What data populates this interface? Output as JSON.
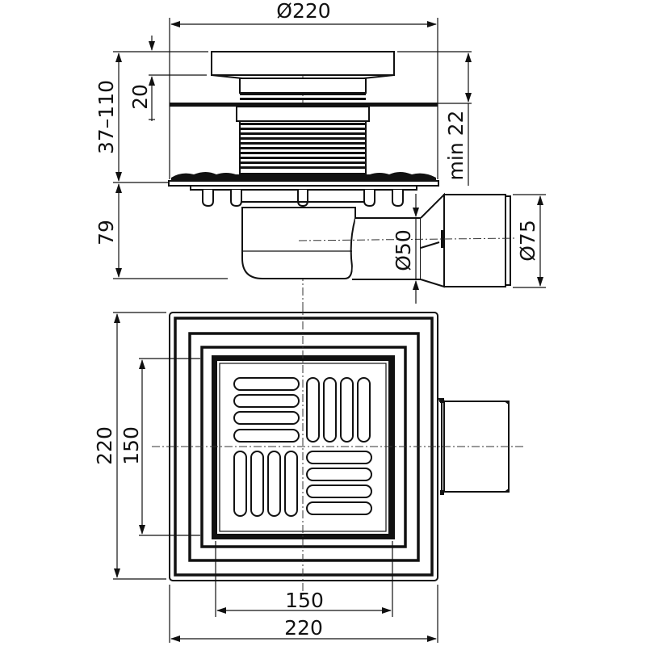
{
  "drawing": {
    "subject": "floor drain technical drawing",
    "views": [
      "side-elevation",
      "plan-top"
    ],
    "line_color": "#111111",
    "background": "#ffffff"
  },
  "side_view": {
    "dimensions": {
      "grate_diameter": "Ø220",
      "height_range": "37–110",
      "grate_thickness": "20",
      "min_depth": "min 22",
      "body_depth": "79",
      "outlet_inner": "Ø50",
      "outlet_outer": "Ø75"
    }
  },
  "plan_view": {
    "dimensions": {
      "outer_height": "220",
      "inner_height": "150",
      "inner_width": "150",
      "outer_width": "220"
    },
    "grate": {
      "quadrants": [
        {
          "position": "top-left",
          "slots": 4,
          "orientation": "horizontal"
        },
        {
          "position": "top-right",
          "slots": 4,
          "orientation": "vertical"
        },
        {
          "position": "bottom-left",
          "slots": 4,
          "orientation": "vertical"
        },
        {
          "position": "bottom-right",
          "slots": 4,
          "orientation": "horizontal"
        }
      ]
    }
  }
}
